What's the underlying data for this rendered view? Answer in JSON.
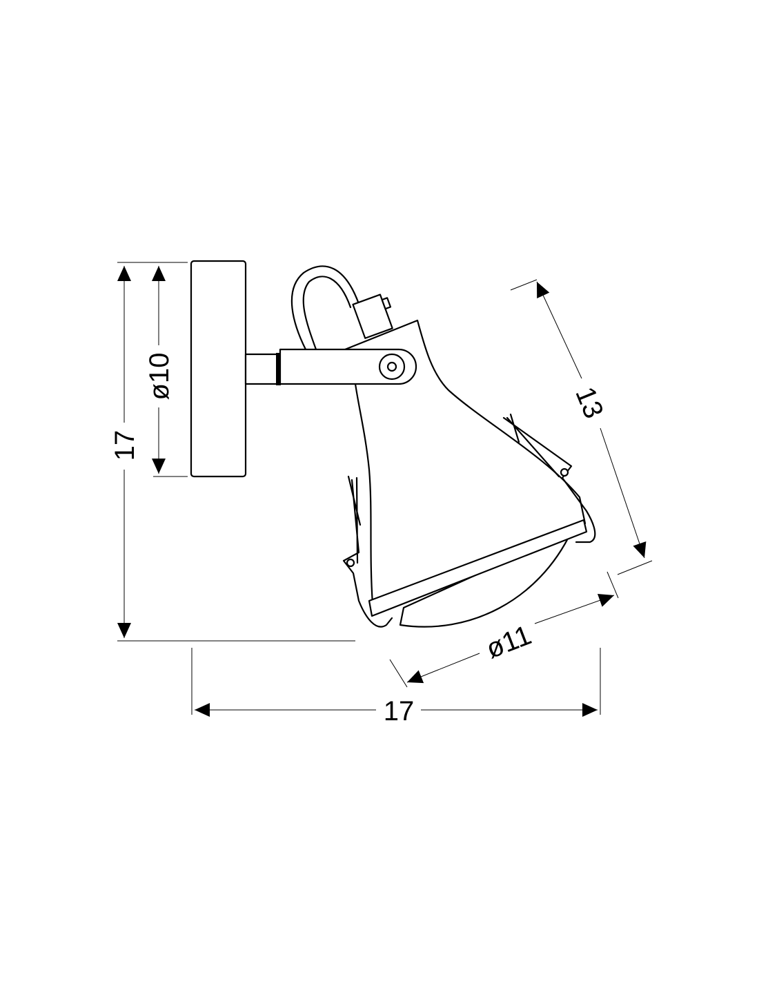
{
  "dimensions": {
    "height_total": "17",
    "plate_diameter": "ø10",
    "width_total": "17",
    "shade_diameter": "ø11",
    "shade_length": "13"
  },
  "colors": {
    "line": "#000000",
    "background": "#ffffff"
  }
}
